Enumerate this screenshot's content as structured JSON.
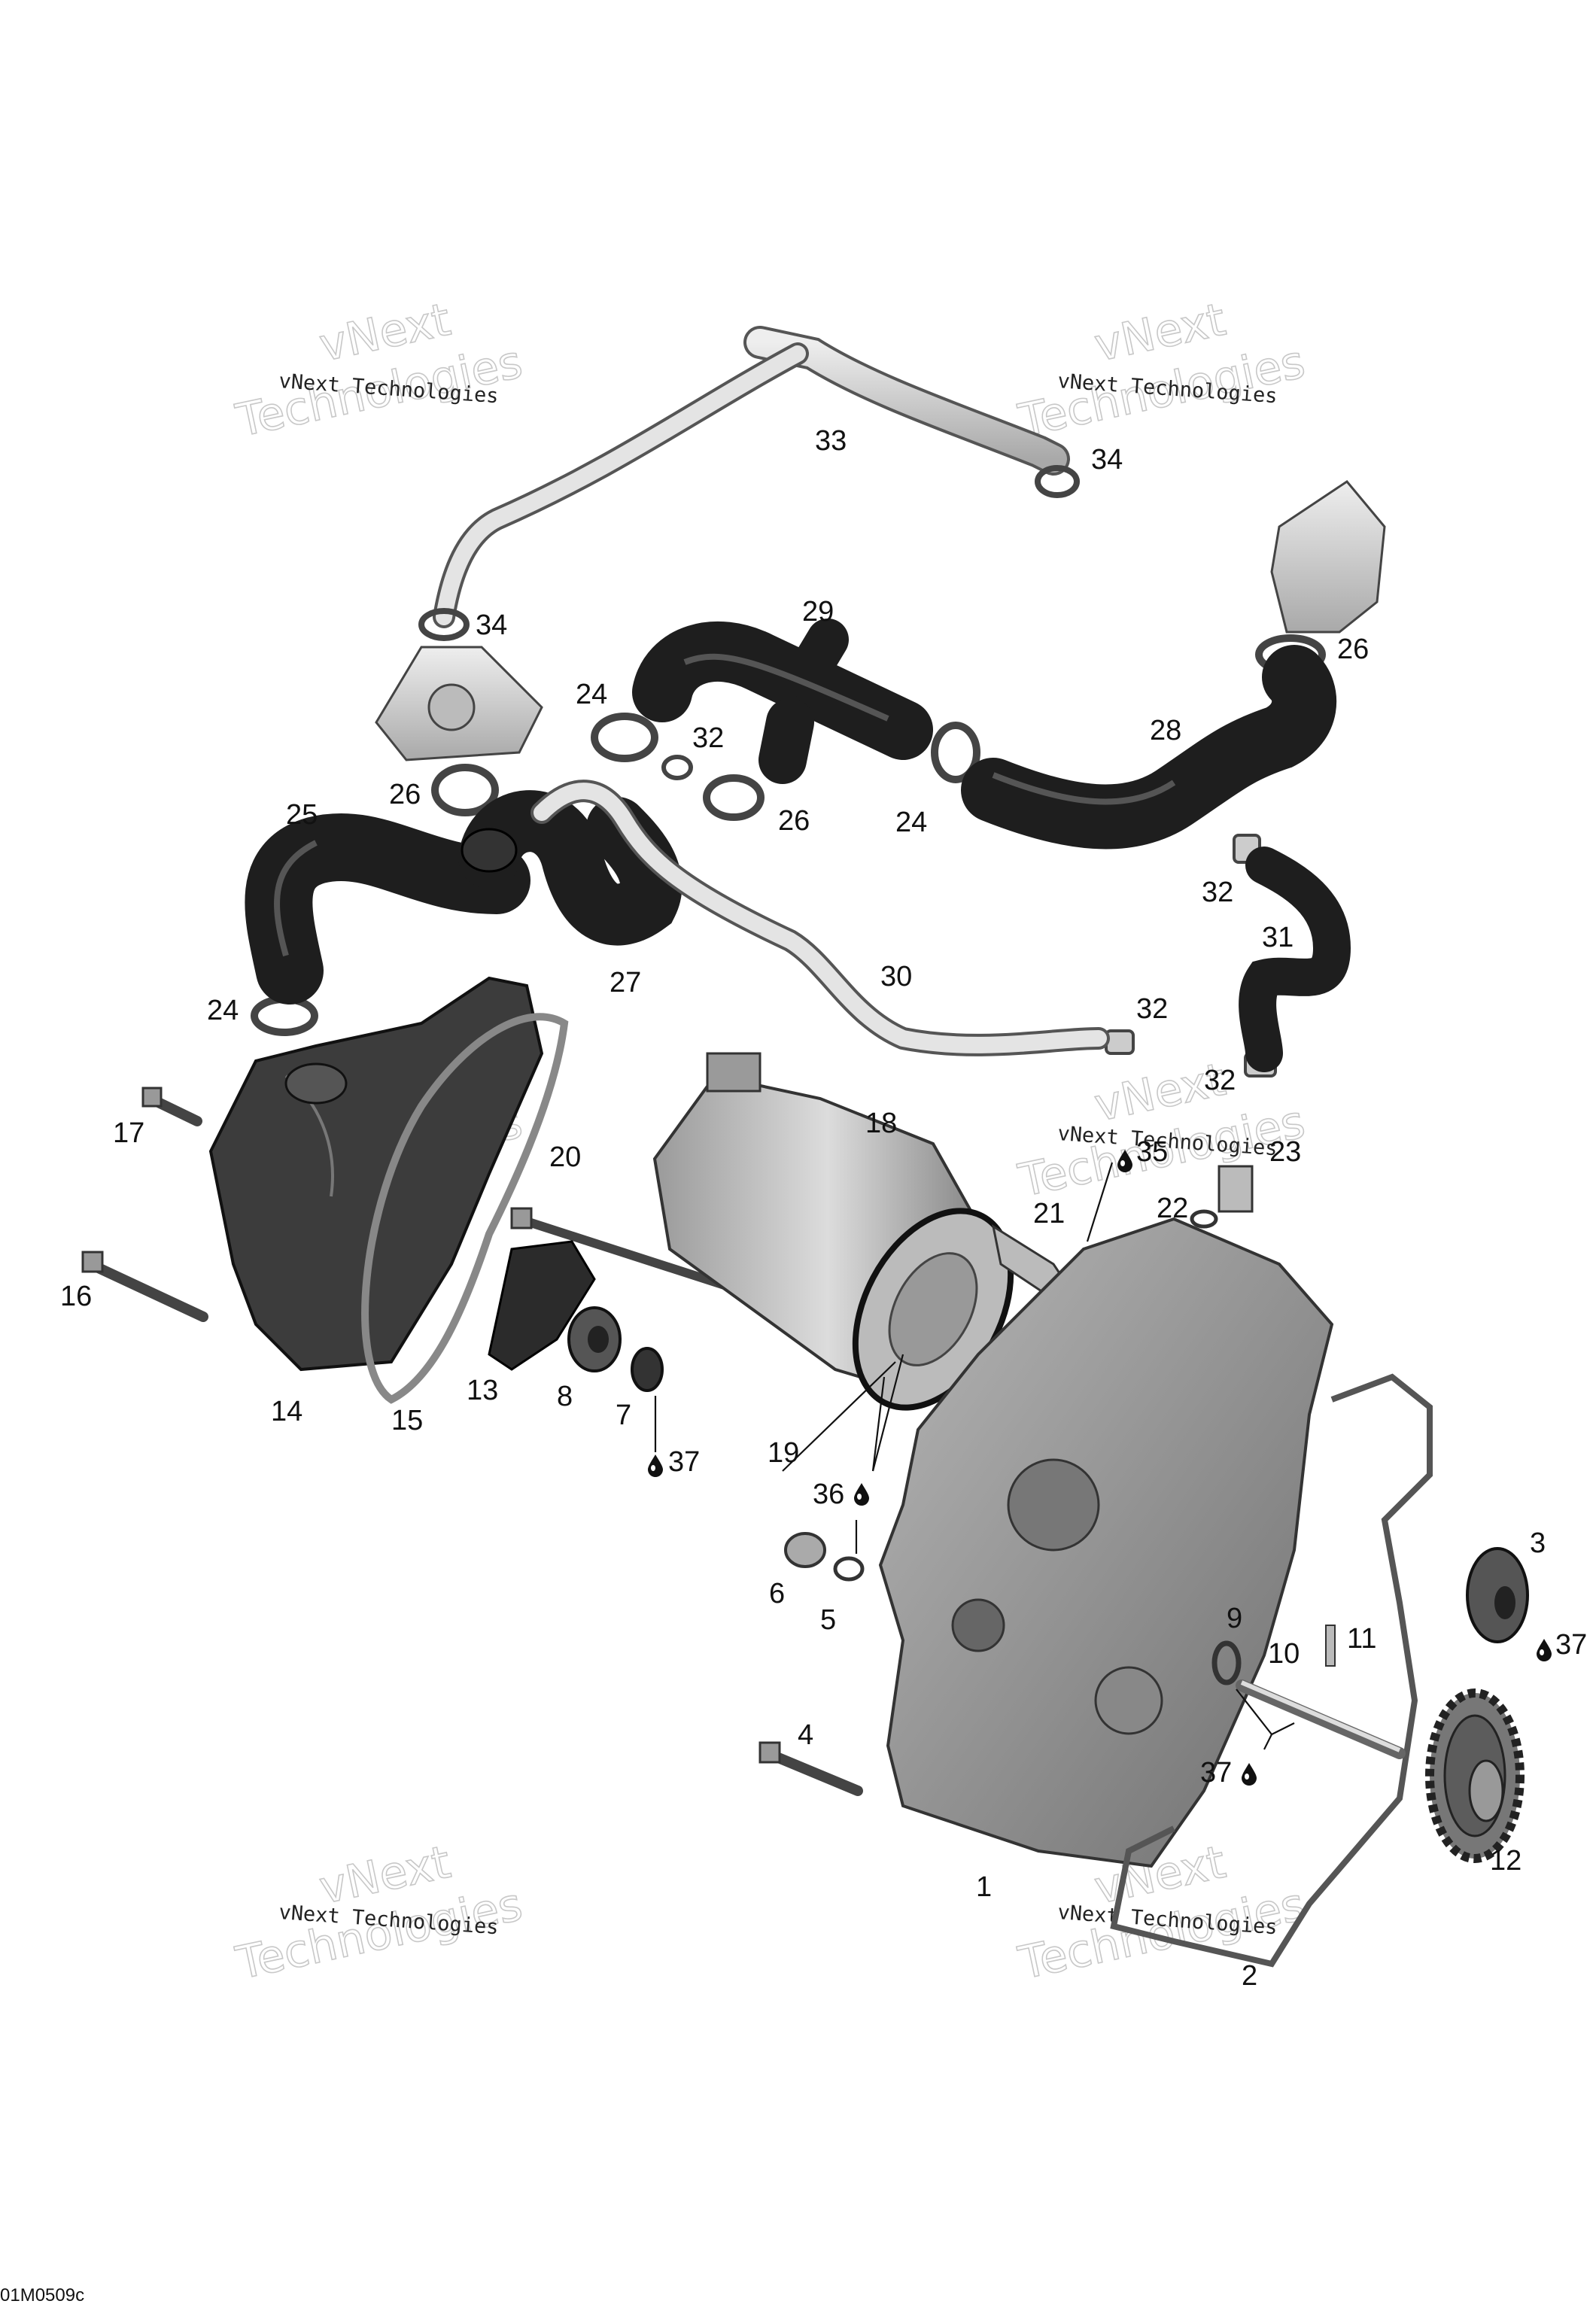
{
  "diagram": {
    "callouts": [
      {
        "id": "1",
        "label": "1"
      },
      {
        "id": "2",
        "label": "2"
      },
      {
        "id": "3",
        "label": "3"
      },
      {
        "id": "4",
        "label": "4"
      },
      {
        "id": "5",
        "label": "5"
      },
      {
        "id": "6",
        "label": "6"
      },
      {
        "id": "7",
        "label": "7"
      },
      {
        "id": "8",
        "label": "8"
      },
      {
        "id": "9",
        "label": "9"
      },
      {
        "id": "10",
        "label": "10"
      },
      {
        "id": "11",
        "label": "11"
      },
      {
        "id": "12",
        "label": "12"
      },
      {
        "id": "13",
        "label": "13"
      },
      {
        "id": "14",
        "label": "14"
      },
      {
        "id": "15",
        "label": "15"
      },
      {
        "id": "16",
        "label": "16"
      },
      {
        "id": "17",
        "label": "17"
      },
      {
        "id": "18",
        "label": "18"
      },
      {
        "id": "19",
        "label": "19"
      },
      {
        "id": "20",
        "label": "20"
      },
      {
        "id": "21",
        "label": "21"
      },
      {
        "id": "22",
        "label": "22"
      },
      {
        "id": "23",
        "label": "23"
      },
      {
        "id": "24a",
        "label": "24"
      },
      {
        "id": "24b",
        "label": "24"
      },
      {
        "id": "24c",
        "label": "24"
      },
      {
        "id": "25",
        "label": "25"
      },
      {
        "id": "26a",
        "label": "26"
      },
      {
        "id": "26b",
        "label": "26"
      },
      {
        "id": "26c",
        "label": "26"
      },
      {
        "id": "27",
        "label": "27"
      },
      {
        "id": "28",
        "label": "28"
      },
      {
        "id": "29",
        "label": "29"
      },
      {
        "id": "30",
        "label": "30"
      },
      {
        "id": "31",
        "label": "31"
      },
      {
        "id": "32a",
        "label": "32"
      },
      {
        "id": "32b",
        "label": "32"
      },
      {
        "id": "32c",
        "label": "32"
      },
      {
        "id": "32d",
        "label": "32"
      },
      {
        "id": "33",
        "label": "33"
      },
      {
        "id": "34a",
        "label": "34"
      },
      {
        "id": "34b",
        "label": "34"
      },
      {
        "id": "35",
        "label": "35"
      },
      {
        "id": "36",
        "label": "36"
      },
      {
        "id": "37a",
        "label": "37"
      },
      {
        "id": "37b",
        "label": "37"
      },
      {
        "id": "37c",
        "label": "37"
      }
    ],
    "watermark": {
      "line1": "vNext Technologies",
      "big_top": "vNext",
      "big_bottom": "Technologies"
    },
    "figure_code": "01M0509c",
    "colors": {
      "rubber": "#2b2b2b",
      "metal": "#cfcfcf",
      "casting": "#8a8a8a",
      "outline": "#3a3a3a",
      "oil_drop": "#111111"
    }
  }
}
